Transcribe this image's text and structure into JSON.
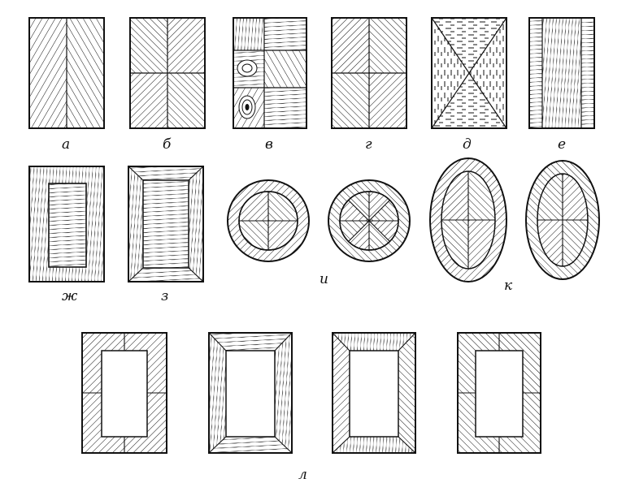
{
  "figure": {
    "ink_color": "#111111",
    "paper_color": "#ffffff",
    "labels": {
      "a": "а",
      "b": "б",
      "v": "в",
      "g": "г",
      "d": "д",
      "e": "е",
      "zh": "ж",
      "z": "з",
      "i": "и",
      "k": "к",
      "l": "л"
    }
  }
}
